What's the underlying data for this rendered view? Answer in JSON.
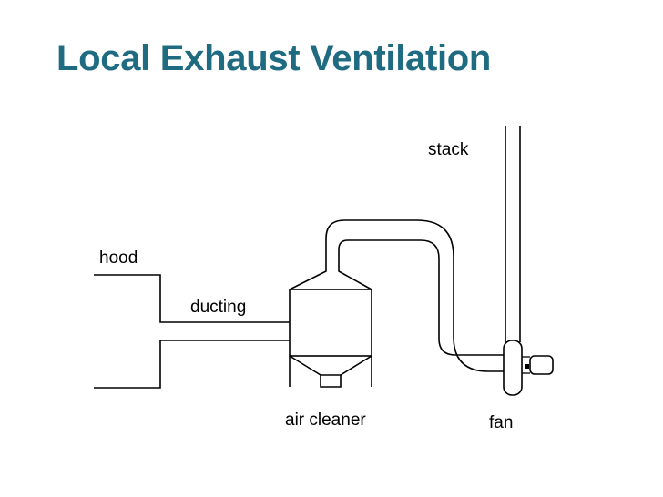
{
  "slide": {
    "title": "Local Exhaust Ventilation"
  },
  "diagram": {
    "labels": {
      "hood": "hood",
      "ducting": "ducting",
      "air_cleaner": "air cleaner",
      "stack": "stack",
      "fan": "fan"
    }
  }
}
